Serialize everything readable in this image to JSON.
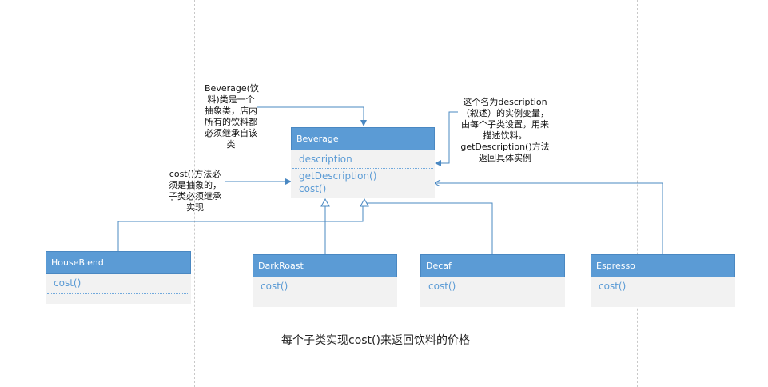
{
  "diagram": {
    "beverage": {
      "name": "Beverage",
      "attribute": "description",
      "methods": [
        "getDescription()",
        "cost()"
      ]
    },
    "subclasses": [
      {
        "name": "HouseBlend",
        "method": "cost()"
      },
      {
        "name": "DarkRoast",
        "method": "cost()"
      },
      {
        "name": "Decaf",
        "method": "cost()"
      },
      {
        "name": "Espresso",
        "method": "cost()"
      }
    ],
    "notes": {
      "beverage_note": "Beverage(饮料)类是一个抽象类，店内所有的饮料都必须继承自该类",
      "cost_note": "cost()方法必须是抽象的，子类必须继承实现",
      "description_note": "这个名为description（叙述）的实例变量，由每个子类设置，用来描述饮料。getDescription()方法返回具体实例"
    },
    "caption": "每个子类实现cost()来返回饮料的价格"
  }
}
